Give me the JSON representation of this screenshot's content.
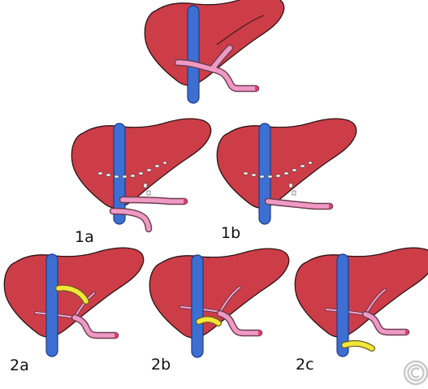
{
  "figure": {
    "panels": [
      {
        "id": "normal",
        "label": ""
      },
      {
        "id": "1a",
        "label": "1a"
      },
      {
        "id": "1b",
        "label": "1b"
      },
      {
        "id": "2a",
        "label": "2a"
      },
      {
        "id": "2b",
        "label": "2b"
      },
      {
        "id": "2c",
        "label": "2c"
      }
    ],
    "watermark": {
      "label": "©"
    },
    "colors": {
      "liver": "#cc3d48",
      "vena_cava": "#3d6fd3",
      "portal_vein": "#ef9ac5",
      "portal_vein_end": "#d8406f",
      "graft": "#f3e63a"
    }
  }
}
